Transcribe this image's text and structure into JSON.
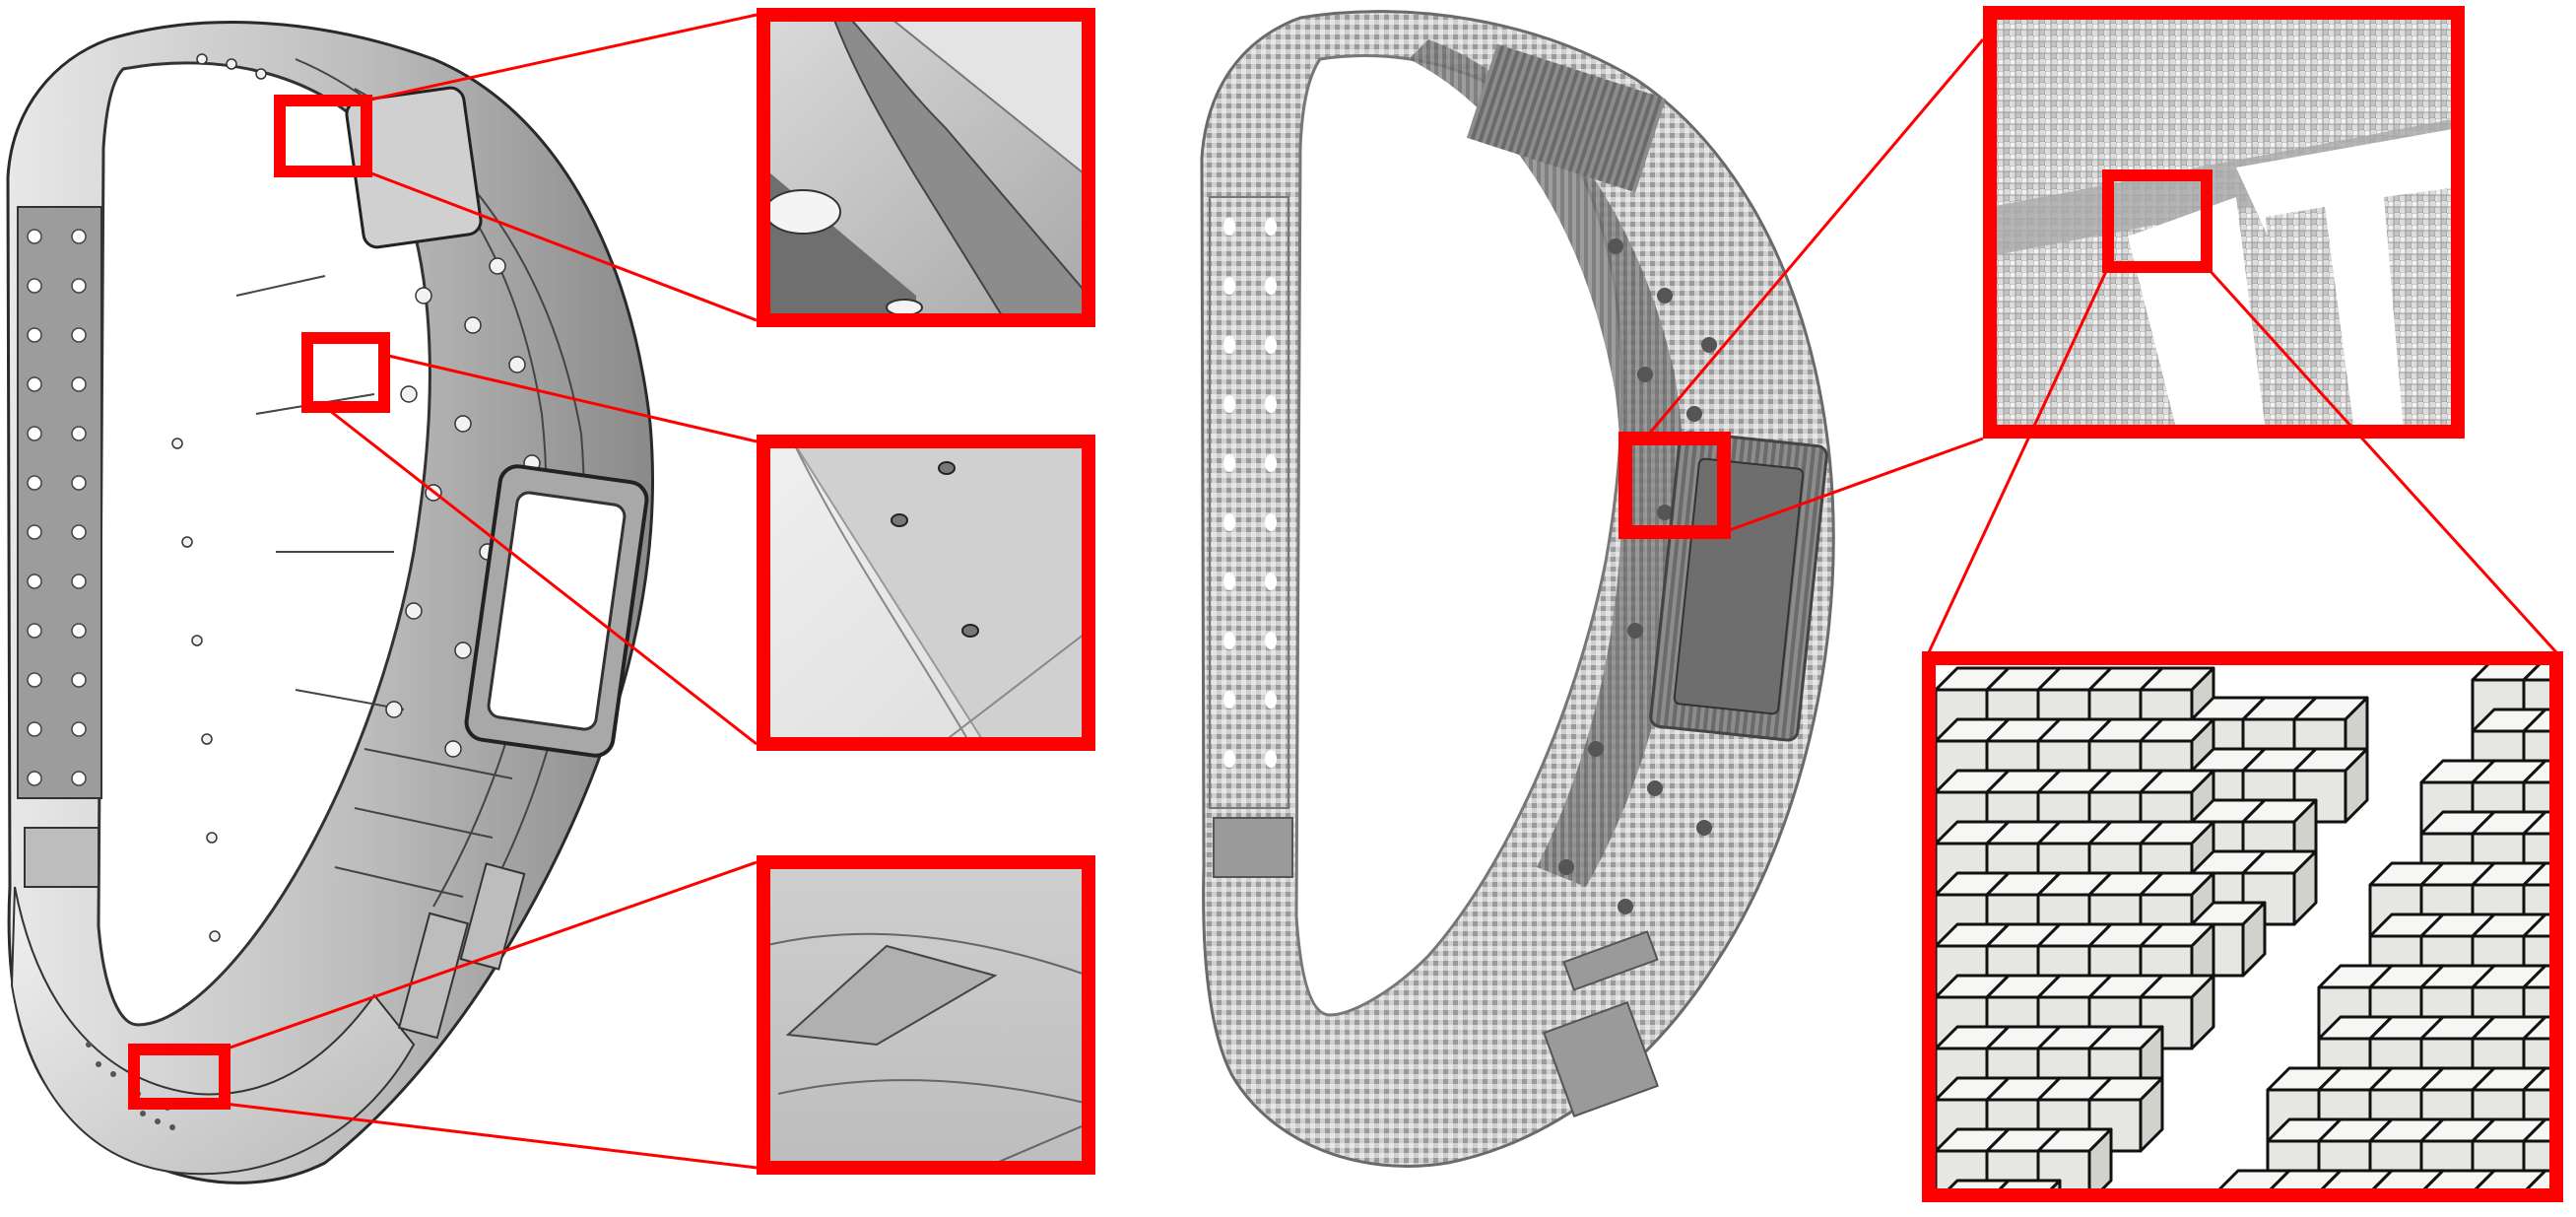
{
  "figure": {
    "panels": [
      {
        "id": "cad-model",
        "style": "smooth-cad-surface"
      },
      {
        "id": "voxel-model",
        "style": "cubic-voxel-grid"
      }
    ],
    "zoom_insets": [
      {
        "id": "cad-inset-top",
        "source": "cad-model",
        "content": "rib-edge-with-hole"
      },
      {
        "id": "cad-inset-middle",
        "source": "cad-model",
        "content": "panel-with-small-holes"
      },
      {
        "id": "cad-inset-bottom",
        "source": "cad-model",
        "content": "curved-chevron-recess"
      },
      {
        "id": "voxel-inset-top",
        "source": "voxel-model",
        "content": "voxelized-frame-corner"
      },
      {
        "id": "voxel-inset-bottom",
        "source": "voxel-inset-top",
        "content": "staircase-voxel-cubes"
      }
    ],
    "colors": {
      "highlight": "#ff0000",
      "cad_dark": "#6e6e6e",
      "cad_light": "#e2e2e2",
      "voxel_dark": "#7a7a7a",
      "voxel_light": "#d2d2d2",
      "cube_top": "#f6f6f4",
      "cube_left": "#e6e6e2",
      "cube_right": "#d2d2cc",
      "cube_edge": "#111111"
    }
  }
}
